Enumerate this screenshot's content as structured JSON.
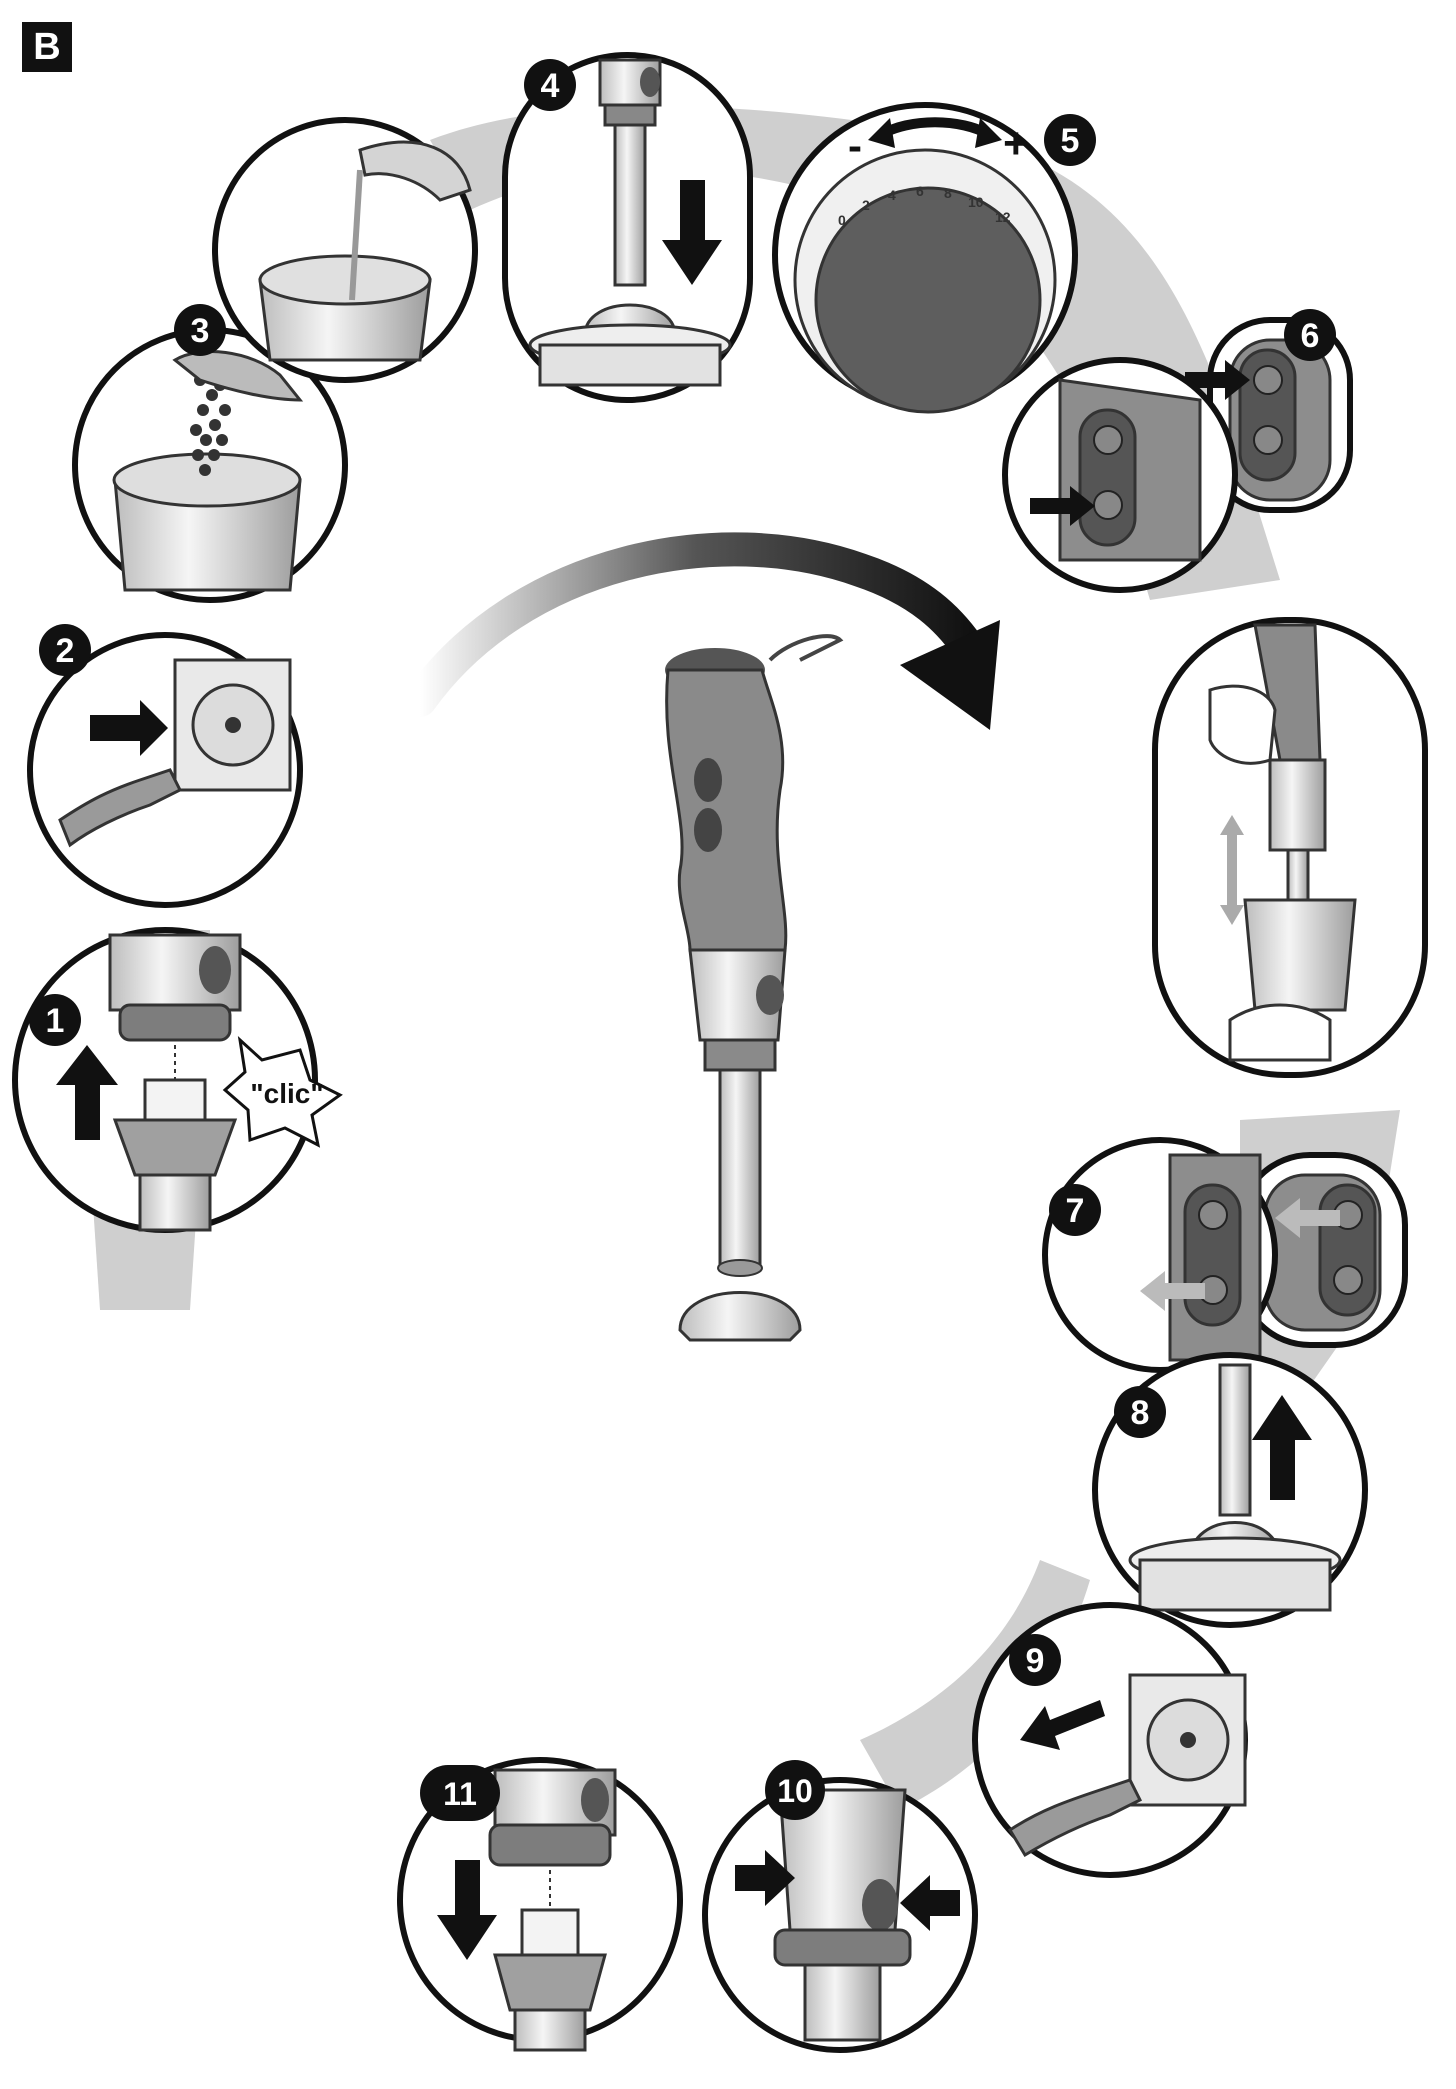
{
  "corner_label": "B",
  "steps": [
    {
      "number": "1",
      "caption": "\"clic\""
    },
    {
      "number": "2"
    },
    {
      "number": "3"
    },
    {
      "number": "4"
    },
    {
      "number": "5",
      "dial_minus": "-",
      "dial_plus": "+",
      "dial_scale": [
        "0",
        "2",
        "4",
        "6",
        "8",
        "10",
        "12"
      ]
    },
    {
      "number": "6"
    },
    {
      "number": "7"
    },
    {
      "number": "8"
    },
    {
      "number": "9"
    },
    {
      "number": "10"
    },
    {
      "number": "11"
    }
  ],
  "colors": {
    "shadow": "#c8c8c8",
    "body": "#8a8a8a",
    "dark": "#4a4a4a",
    "steel": "#e6e6e6",
    "ink": "#111111"
  }
}
